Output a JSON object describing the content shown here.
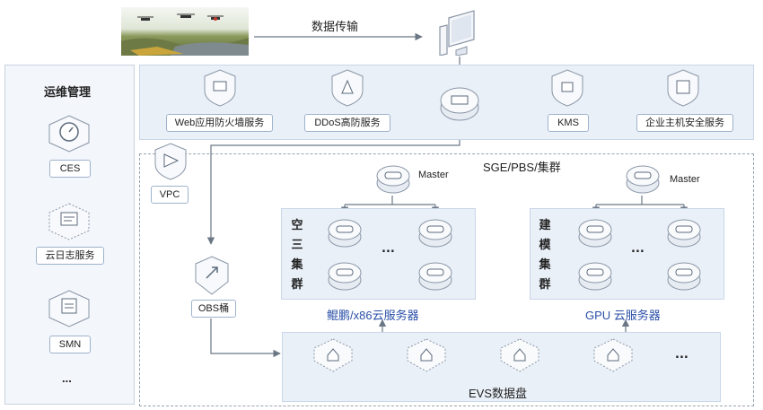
{
  "top": {
    "transfer_label": "数据传输"
  },
  "ops_panel": {
    "title": "运维管理",
    "items": [
      {
        "label": "CES",
        "icon": "gauge-icon"
      },
      {
        "label": "云日志服务",
        "icon": "log-icon"
      },
      {
        "label": "SMN",
        "icon": "message-icon"
      }
    ],
    "more": "..."
  },
  "security_bar": {
    "items": [
      {
        "label": "Web应用防火墙服务",
        "icon": "shield-icon"
      },
      {
        "label": "DDoS高防服务",
        "icon": "shield-icon"
      },
      {
        "label": "KMS",
        "icon": "key-shield-icon"
      },
      {
        "label": "企业主机安全服务",
        "icon": "host-shield-icon"
      }
    ]
  },
  "vpc": {
    "label": "VPC"
  },
  "obs": {
    "label": "OBS桶"
  },
  "cluster": {
    "title": "SGE/PBS/集群",
    "left_group": {
      "master_label": "Master",
      "side_label": [
        "空",
        "三",
        "集",
        "群"
      ],
      "ellipsis": "...",
      "caption": "鲲鹏/x86云服务器"
    },
    "right_group": {
      "master_label": "Master",
      "side_label": [
        "建",
        "模",
        "集",
        "群"
      ],
      "ellipsis": "...",
      "caption": "GPU 云服务器"
    }
  },
  "evs": {
    "label": "EVS数据盘",
    "ellipsis": "..."
  },
  "colors": {
    "panel_fill": "#eaf0f8",
    "caption_blue": "#2a4fa8",
    "arrow": "#6b7785"
  }
}
